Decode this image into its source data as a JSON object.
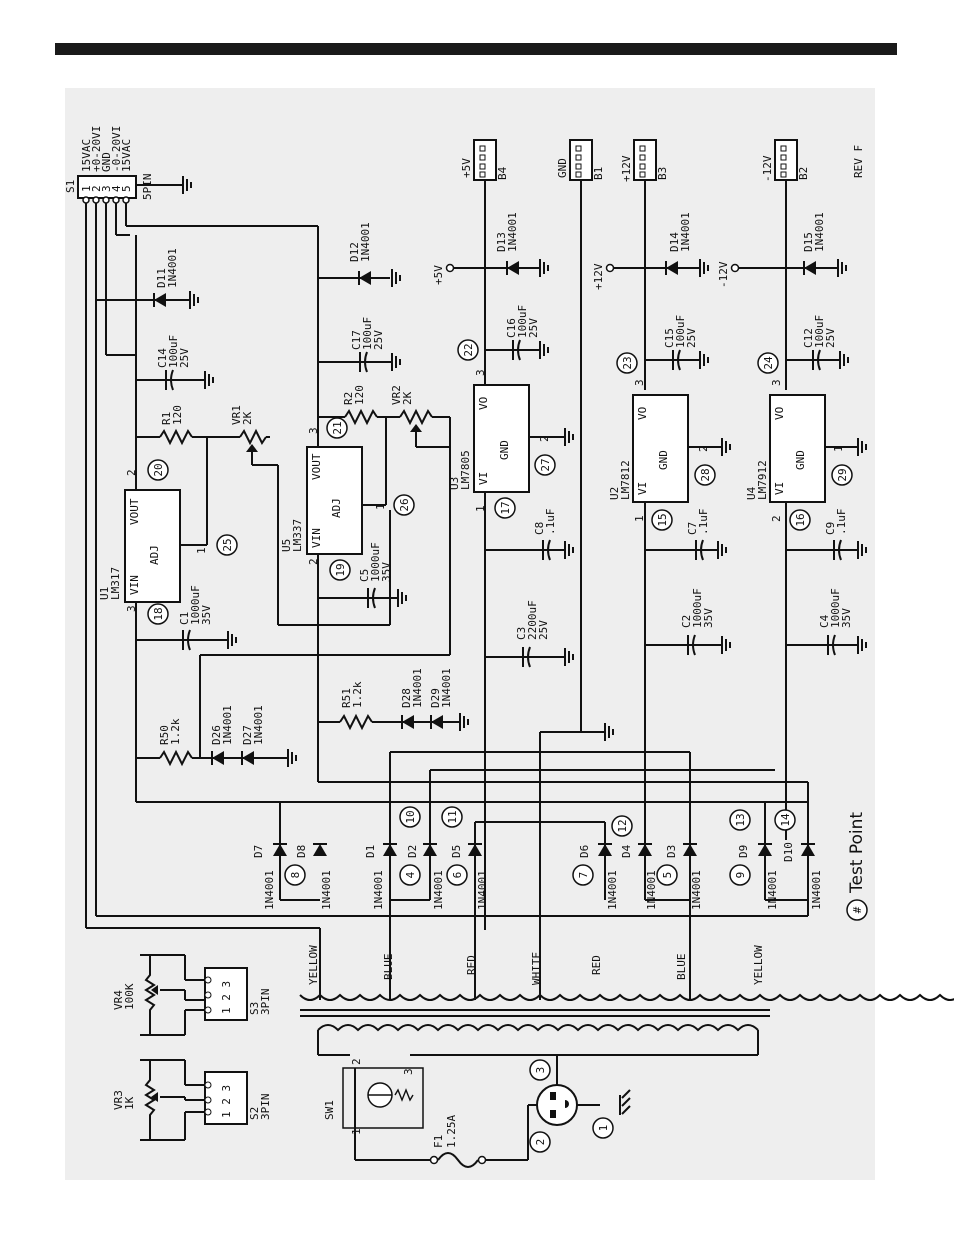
{
  "page": {
    "background": "#ffffff",
    "board_color": "#eeeeee",
    "ink": "#111111"
  },
  "revision": "REV F",
  "legend": {
    "symbol": "#",
    "text": "Test Point"
  },
  "connector_s1": {
    "ref": "S1",
    "type": "5PIN",
    "pins": [
      "1",
      "2",
      "3",
      "4",
      "5"
    ],
    "signals": [
      "15VAC",
      "+0-20VI",
      "GND",
      "-0-20VI",
      "15VAC"
    ]
  },
  "connector_s2": {
    "ref": "S2",
    "type": "3PIN",
    "pins": "1 2 3"
  },
  "connector_s3": {
    "ref": "S3",
    "type": "3PIN",
    "pins": "1 2 3"
  },
  "pots_panel": [
    {
      "ref": "VR3",
      "value": "1K"
    },
    {
      "ref": "VR4",
      "value": "100K"
    }
  ],
  "headers": [
    {
      "ref": "B4",
      "label": "+5V"
    },
    {
      "ref": "B1",
      "label": "GND"
    },
    {
      "ref": "B3",
      "label": "+12V"
    },
    {
      "ref": "B2",
      "label": "-12V"
    }
  ],
  "rails": [
    "+5V",
    "+12V",
    "-12V"
  ],
  "regulators": [
    {
      "ref": "U1",
      "part": "LM317",
      "pins": {
        "in": "VIN",
        "out": "VOUT",
        "adj": "ADJ"
      },
      "pin_nums": [
        "3",
        "2",
        "1"
      ]
    },
    {
      "ref": "U5",
      "part": "LM337",
      "pins": {
        "in": "VIN",
        "out": "VOUT",
        "adj": "ADJ"
      },
      "pin_nums": [
        "2",
        "3",
        "1"
      ]
    },
    {
      "ref": "U3",
      "part": "LM7805",
      "pins": {
        "in": "VI",
        "out": "VO",
        "gnd": "GND"
      },
      "pin_nums": [
        "1",
        "3",
        "2"
      ]
    },
    {
      "ref": "U2",
      "part": "LM7812",
      "pins": {
        "in": "VI",
        "out": "VO",
        "gnd": "GND"
      },
      "pin_nums": [
        "1",
        "3",
        "2"
      ]
    },
    {
      "ref": "U4",
      "part": "LM7912",
      "pins": {
        "in": "VI",
        "out": "VO",
        "gnd": "GND"
      },
      "pin_nums": [
        "2",
        "3",
        "1"
      ]
    }
  ],
  "capacitors": [
    {
      "ref": "C14",
      "value": "100uF",
      "voltage": "25V"
    },
    {
      "ref": "C17",
      "value": "100uF",
      "voltage": "25V"
    },
    {
      "ref": "C16",
      "value": "100uF",
      "voltage": "25V"
    },
    {
      "ref": "C15",
      "value": "100uF",
      "voltage": "25V"
    },
    {
      "ref": "C12",
      "value": "100uF",
      "voltage": "25V"
    },
    {
      "ref": "C1",
      "value": "1000uF",
      "voltage": "35V"
    },
    {
      "ref": "C5",
      "value": "1000uF",
      "voltage": "35V"
    },
    {
      "ref": "C3",
      "value": "2200uF",
      "voltage": "25V"
    },
    {
      "ref": "C2",
      "value": "1000uF",
      "voltage": "35V"
    },
    {
      "ref": "C4",
      "value": "1000uF",
      "voltage": "35V"
    },
    {
      "ref": "C8",
      "value": ".1uF",
      "voltage": ""
    },
    {
      "ref": "C7",
      "value": ".1uF",
      "voltage": ""
    },
    {
      "ref": "C9",
      "value": ".1uF",
      "voltage": ""
    }
  ],
  "resistors": [
    {
      "ref": "R1",
      "value": "120"
    },
    {
      "ref": "R2",
      "value": "120"
    },
    {
      "ref": "R50",
      "value": "1.2k"
    },
    {
      "ref": "R51",
      "value": "1.2k"
    }
  ],
  "trimmers": [
    {
      "ref": "VR1",
      "value": "2K"
    },
    {
      "ref": "VR2",
      "value": "2K"
    }
  ],
  "diodes_top": [
    {
      "ref": "D11",
      "part": "1N4001"
    },
    {
      "ref": "D12",
      "part": "1N4001"
    },
    {
      "ref": "D13",
      "part": "1N4001"
    },
    {
      "ref": "D14",
      "part": "1N4001"
    },
    {
      "ref": "D15",
      "part": "1N4001"
    }
  ],
  "diodes_mid": [
    {
      "ref": "D26",
      "part": "1N4001"
    },
    {
      "ref": "D27",
      "part": "1N4001"
    },
    {
      "ref": "D28",
      "part": "1N4001"
    },
    {
      "ref": "D29",
      "part": "1N4001"
    }
  ],
  "bridge_diodes": [
    "D7",
    "D8",
    "D1",
    "D2",
    "D5",
    "D6",
    "D4",
    "D3",
    "D9",
    "D10"
  ],
  "bridge_part": "1N4001",
  "test_points": {
    "bridge_lower": [
      "8",
      "4",
      "6",
      "7",
      "5",
      "9"
    ],
    "bridge_upper": [
      "10",
      "11",
      "12",
      "13",
      "14"
    ],
    "regulator": [
      "18",
      "19",
      "20",
      "21",
      "22",
      "23",
      "24",
      "25",
      "26",
      "27",
      "28",
      "29",
      "15",
      "16",
      "17"
    ],
    "mains": [
      "1",
      "2",
      "3"
    ]
  },
  "wire_colors": [
    "YELLOW",
    "BLUE",
    "RED",
    "WHITE",
    "RED",
    "BLUE",
    "YELLOW"
  ],
  "mains": {
    "switch_ref": "SW1",
    "switch_pins": [
      "1",
      "2",
      "3"
    ],
    "fuse_ref": "F1",
    "fuse_value": "1.25A"
  }
}
